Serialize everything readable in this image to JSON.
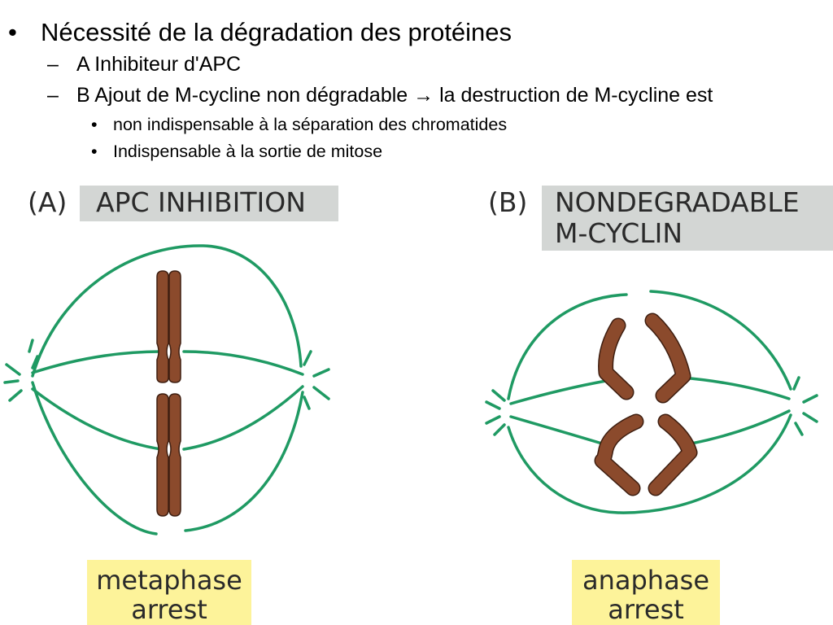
{
  "slide": {
    "bullets": [
      {
        "level": 1,
        "marker": "•",
        "text": "Nécessité de la dégradation des protéines"
      },
      {
        "level": 2,
        "marker": "–",
        "text": "A Inhibiteur d'APC"
      },
      {
        "level": 2,
        "marker": "–",
        "text": "B Ajout de M-cycline non dégradable → la destruction de M-cycline est"
      },
      {
        "level": 3,
        "marker": "•",
        "text": "non  indispensable à la séparation des chromatides"
      },
      {
        "level": 3,
        "marker": "•",
        "text": "Indispensable à la sortie de mitose"
      }
    ]
  },
  "figure": {
    "panel_a": {
      "letter": "(A)",
      "title": "APC INHIBITION",
      "label_line1": "metaphase",
      "label_line2": "arrest"
    },
    "panel_b": {
      "letter": "(B)",
      "title_line1": "NONDEGRADABLE",
      "title_line2": "M-CYCLIN",
      "label_line1": "anaphase",
      "label_line2": "arrest"
    },
    "colors": {
      "spindle": "#1f9a63",
      "chromosome": "#8b4a2c",
      "title_box": "#d3d6d4",
      "label_box": "#fdf39a"
    }
  }
}
